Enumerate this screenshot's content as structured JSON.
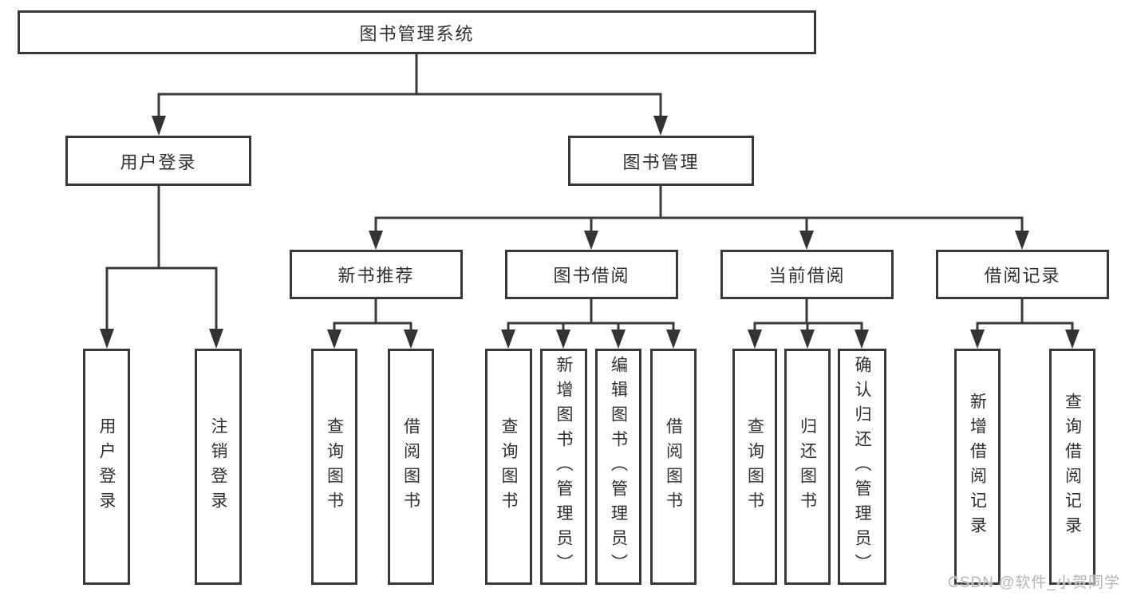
{
  "diagram": {
    "title": "图书管理系统",
    "level2": [
      {
        "label": "用户登录",
        "leaves": [
          "用户登录",
          "注销登录"
        ]
      },
      {
        "label": "图书管理",
        "groups": [
          {
            "label": "新书推荐",
            "leaves": [
              "查询图书",
              "借阅图书"
            ]
          },
          {
            "label": "图书借阅",
            "leaves": [
              "查询图书",
              "新增图书（管理员）",
              "编辑图书（管理员）",
              "借阅图书"
            ]
          },
          {
            "label": "当前借阅",
            "leaves": [
              "查询图书",
              "归还图书",
              "确认归还（管理员）"
            ]
          },
          {
            "label": "借阅记录",
            "leaves": [
              "新增借阅记录",
              "查询借阅记录"
            ]
          }
        ]
      }
    ]
  },
  "watermark": "CSDN @软件_小贺同学",
  "colors": {
    "line": "#3a3a3a",
    "box_border": "#383838",
    "text": "#2f2f2f",
    "watermark": "#b5b5b5",
    "background": "#ffffff"
  }
}
